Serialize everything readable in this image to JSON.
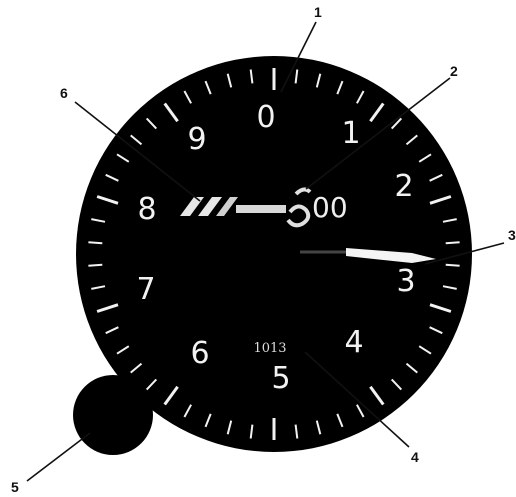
{
  "dial": {
    "numerals": [
      "0",
      "1",
      "2",
      "3",
      "4",
      "5",
      "6",
      "7",
      "8",
      "9"
    ],
    "counter_digits": "00",
    "baro_setting": "1013",
    "needle_reading": 3
  },
  "callouts": [
    {
      "label": "1"
    },
    {
      "label": "2"
    },
    {
      "label": "3"
    },
    {
      "label": "4"
    },
    {
      "label": "5"
    },
    {
      "label": "6"
    }
  ],
  "colors": {
    "face": "#000000",
    "markings": "#f2f2f2",
    "paper": "#ffffff"
  }
}
